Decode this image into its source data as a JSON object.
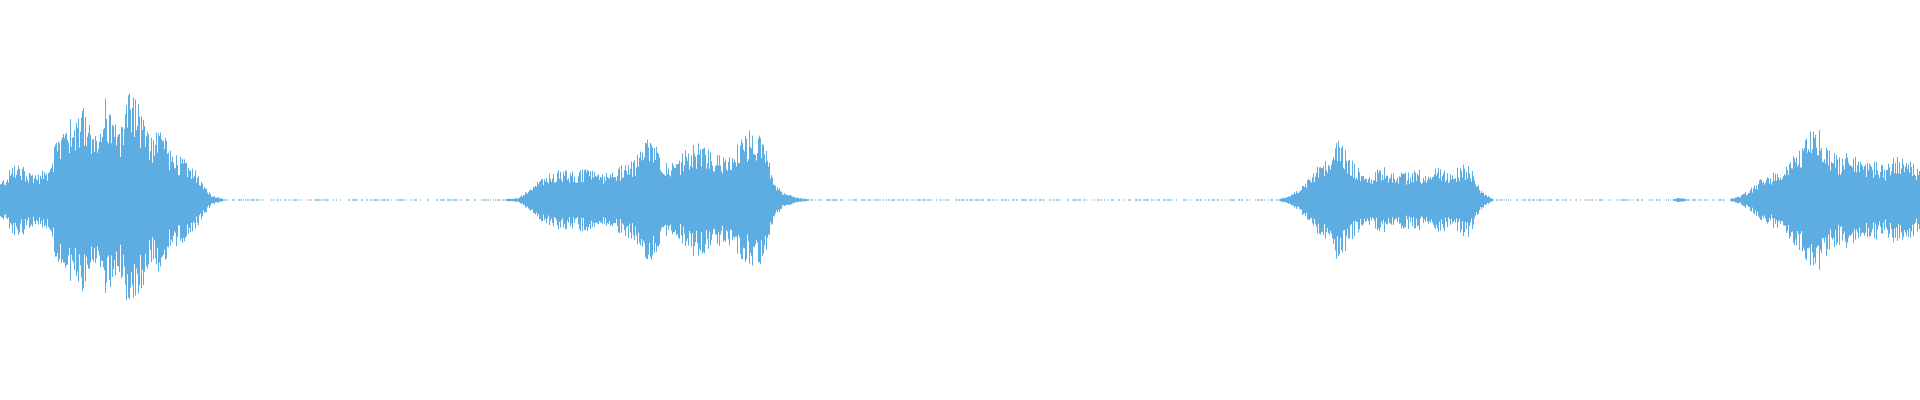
{
  "waveform": {
    "color": "#5dade2",
    "background": "#ffffff",
    "duration_fraction_note_free": true,
    "envelope": [
      [
        0.0,
        0.16
      ],
      [
        0.003,
        0.22
      ],
      [
        0.008,
        0.34
      ],
      [
        0.013,
        0.29
      ],
      [
        0.018,
        0.22
      ],
      [
        0.024,
        0.28
      ],
      [
        0.03,
        0.55
      ],
      [
        0.037,
        0.7
      ],
      [
        0.043,
        0.8
      ],
      [
        0.05,
        0.56
      ],
      [
        0.055,
        0.9
      ],
      [
        0.061,
        0.6
      ],
      [
        0.066,
        0.97
      ],
      [
        0.072,
        0.88
      ],
      [
        0.078,
        0.54
      ],
      [
        0.083,
        0.62
      ],
      [
        0.09,
        0.42
      ],
      [
        0.096,
        0.38
      ],
      [
        0.101,
        0.28
      ],
      [
        0.106,
        0.14
      ],
      [
        0.11,
        0.05
      ],
      [
        0.114,
        0.02
      ],
      [
        0.117,
        0.005
      ],
      [
        0.26,
        0.005
      ],
      [
        0.27,
        0.02
      ],
      [
        0.276,
        0.1
      ],
      [
        0.281,
        0.18
      ],
      [
        0.287,
        0.24
      ],
      [
        0.293,
        0.29
      ],
      [
        0.299,
        0.26
      ],
      [
        0.306,
        0.28
      ],
      [
        0.313,
        0.22
      ],
      [
        0.319,
        0.24
      ],
      [
        0.326,
        0.34
      ],
      [
        0.332,
        0.4
      ],
      [
        0.338,
        0.55
      ],
      [
        0.345,
        0.38
      ],
      [
        0.351,
        0.3
      ],
      [
        0.358,
        0.46
      ],
      [
        0.365,
        0.5
      ],
      [
        0.372,
        0.42
      ],
      [
        0.379,
        0.38
      ],
      [
        0.385,
        0.52
      ],
      [
        0.391,
        0.6
      ],
      [
        0.397,
        0.58
      ],
      [
        0.401,
        0.34
      ],
      [
        0.405,
        0.12
      ],
      [
        0.41,
        0.05
      ],
      [
        0.416,
        0.02
      ],
      [
        0.423,
        0.005
      ],
      [
        0.665,
        0.005
      ],
      [
        0.672,
        0.04
      ],
      [
        0.678,
        0.12
      ],
      [
        0.683,
        0.22
      ],
      [
        0.688,
        0.38
      ],
      [
        0.693,
        0.3
      ],
      [
        0.697,
        0.56
      ],
      [
        0.701,
        0.46
      ],
      [
        0.706,
        0.32
      ],
      [
        0.711,
        0.25
      ],
      [
        0.718,
        0.28
      ],
      [
        0.725,
        0.27
      ],
      [
        0.732,
        0.24
      ],
      [
        0.738,
        0.28
      ],
      [
        0.744,
        0.22
      ],
      [
        0.75,
        0.3
      ],
      [
        0.755,
        0.24
      ],
      [
        0.76,
        0.3
      ],
      [
        0.765,
        0.34
      ],
      [
        0.769,
        0.18
      ],
      [
        0.773,
        0.06
      ],
      [
        0.778,
        0.01
      ],
      [
        0.785,
        0.005
      ],
      [
        0.87,
        0.005
      ],
      [
        0.875,
        0.02
      ],
      [
        0.88,
        0.005
      ],
      [
        0.9,
        0.005
      ],
      [
        0.907,
        0.04
      ],
      [
        0.913,
        0.12
      ],
      [
        0.919,
        0.2
      ],
      [
        0.925,
        0.26
      ],
      [
        0.931,
        0.33
      ],
      [
        0.937,
        0.42
      ],
      [
        0.943,
        0.58
      ],
      [
        0.948,
        0.66
      ],
      [
        0.953,
        0.44
      ],
      [
        0.958,
        0.4
      ],
      [
        0.964,
        0.42
      ],
      [
        0.97,
        0.34
      ],
      [
        0.976,
        0.36
      ],
      [
        0.982,
        0.3
      ],
      [
        0.987,
        0.4
      ],
      [
        0.992,
        0.38
      ],
      [
        0.997,
        0.32
      ],
      [
        1.0,
        0.28
      ]
    ]
  }
}
